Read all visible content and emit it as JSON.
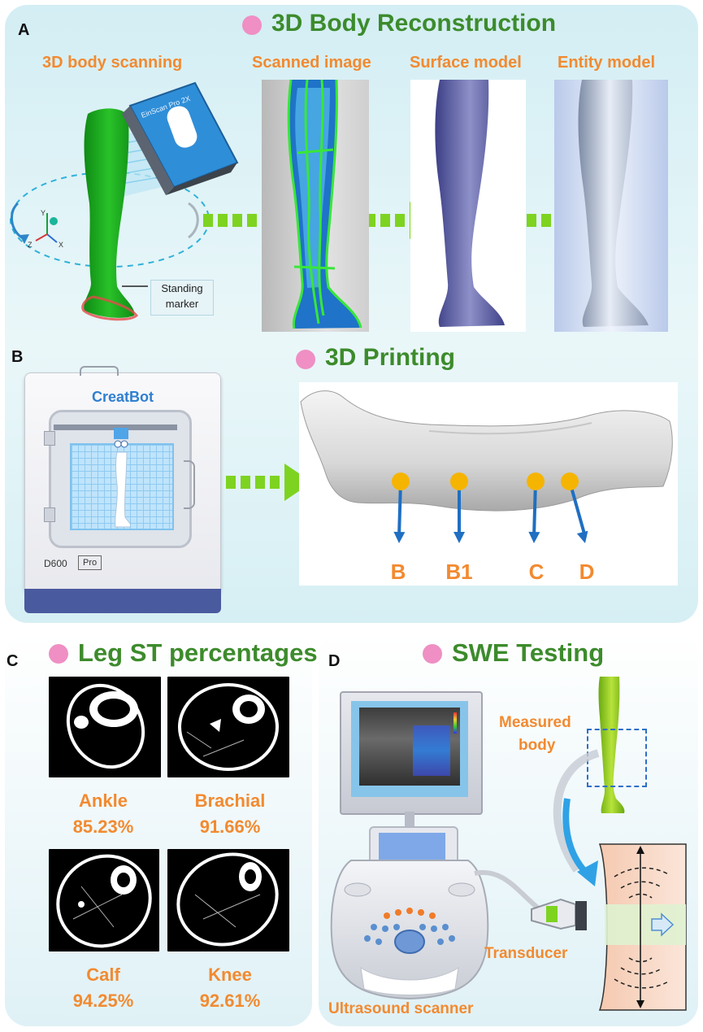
{
  "panels": {
    "a": "A",
    "b": "B",
    "c": "C",
    "d": "D"
  },
  "titles": {
    "reconstruction": "3D Body Reconstruction",
    "printing": "3D Printing",
    "st": "Leg ST percentages",
    "swe": "SWE Testing"
  },
  "reconstruction": {
    "steps": [
      "3D body scanning",
      "Scanned image",
      "Surface model",
      "Entity model"
    ],
    "scanner_label": "EinScan Pro 2X",
    "axes": {
      "x": "X",
      "y": "Y",
      "z": "Z"
    },
    "marker_line1": "Standing",
    "marker_line2": "marker"
  },
  "printing": {
    "brand": "CreatBot",
    "model": "D600",
    "model_badge": "Pro",
    "points": [
      "B",
      "B1",
      "C",
      "D"
    ]
  },
  "st": {
    "sections": [
      {
        "name": "Ankle",
        "value": "85.23%"
      },
      {
        "name": "Brachial",
        "value": "91.66%"
      },
      {
        "name": "Calf",
        "value": "94.25%"
      },
      {
        "name": "Knee",
        "value": "92.61%"
      }
    ]
  },
  "swe": {
    "measured_line1": "Measured",
    "measured_line2": "body",
    "transducer": "Transducer",
    "scanner": "Ultrasound scanner"
  },
  "colors": {
    "title_green": "#3d8b2c",
    "label_orange": "#f28a30",
    "bullet_pink": "#ef8fc4",
    "arrow_green": "#7ed321",
    "point_yellow": "#f5b400",
    "arrow_blue": "#1f6fc2",
    "leg_green": "#1fb31f",
    "scanner_blue": "#2f8ed8"
  }
}
